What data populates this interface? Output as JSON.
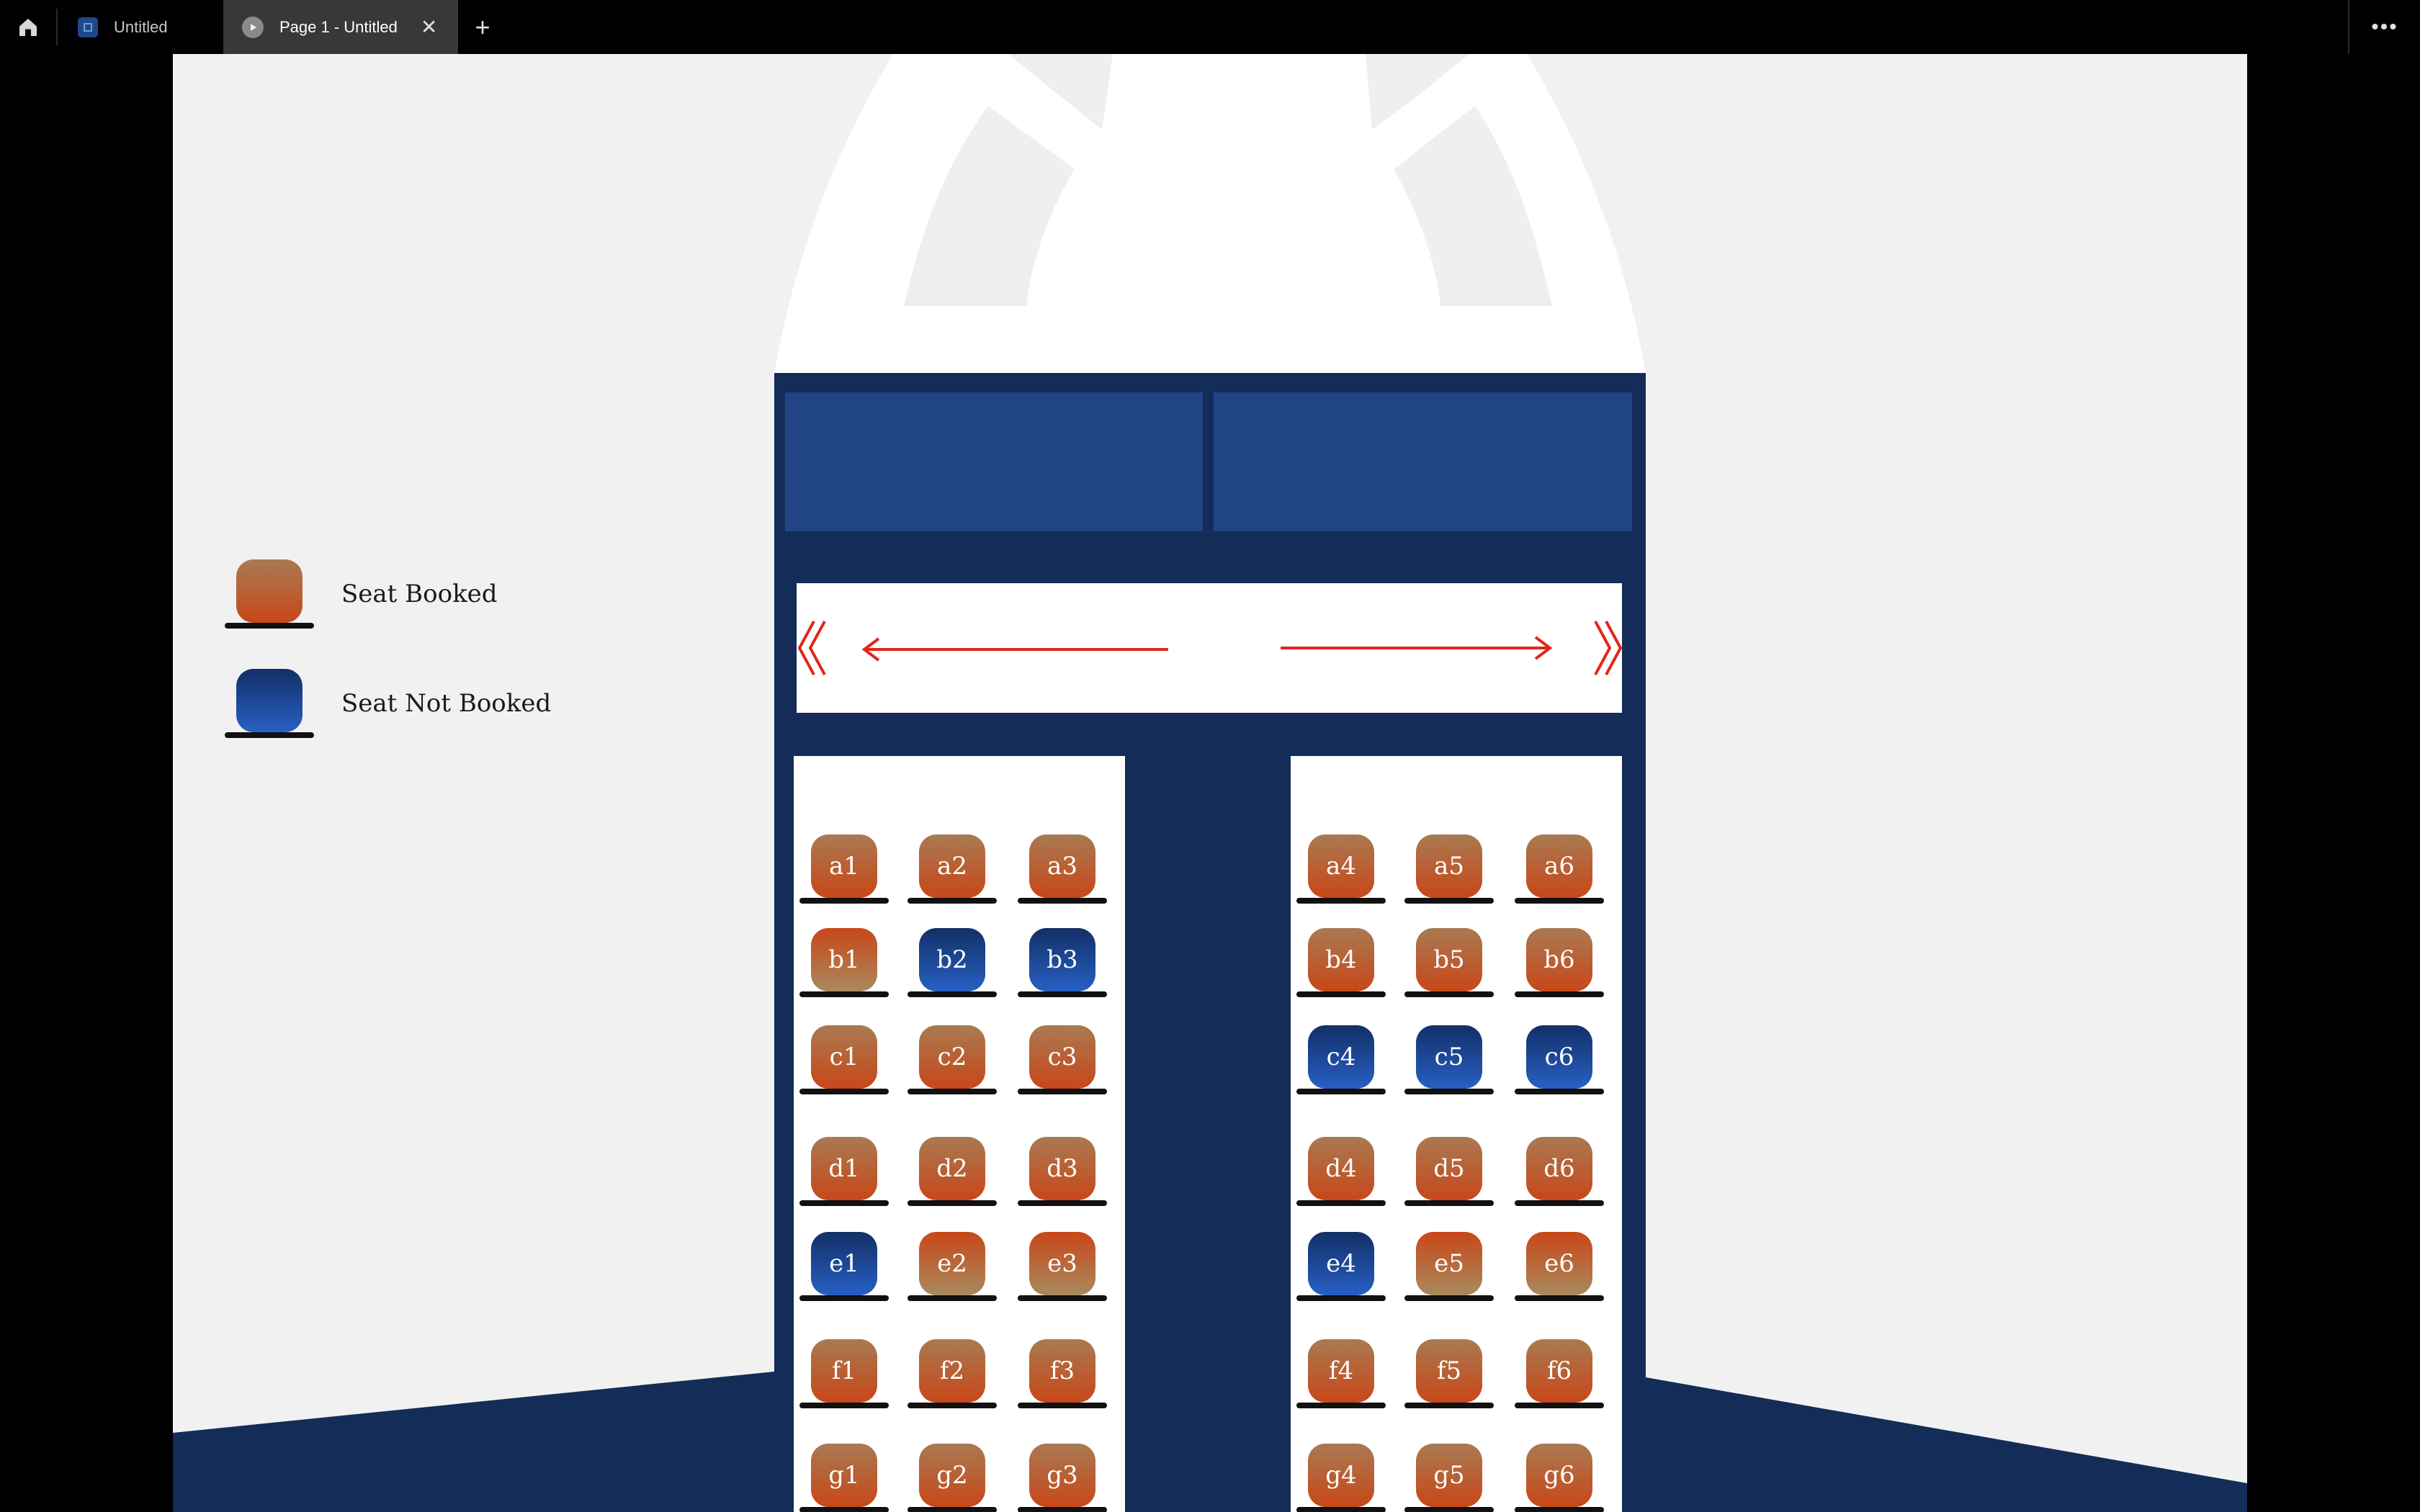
{
  "topbar": {
    "tabs": [
      {
        "label": "Untitled",
        "active": false,
        "icon": "file-icon"
      },
      {
        "label": "Page 1 - Untitled",
        "active": true,
        "icon": "play-icon"
      }
    ],
    "home_icon": "home-icon",
    "add_icon": "plus-icon",
    "more_icon": "more-icon"
  },
  "colors": {
    "booked": "#c84718",
    "not_booked": "#2760c4",
    "navy": "#132c58",
    "screen": "#214485",
    "arrow": "#e0271b"
  },
  "legend": {
    "booked_label": "Seat Booked",
    "not_booked_label": "Seat Not Booked"
  },
  "seats": {
    "left": [
      [
        {
          "id": "a1",
          "booked": true
        },
        {
          "id": "a2",
          "booked": true
        },
        {
          "id": "a3",
          "booked": true
        }
      ],
      [
        {
          "id": "b1",
          "booked": true,
          "rev": true
        },
        {
          "id": "b2",
          "booked": false
        },
        {
          "id": "b3",
          "booked": false
        }
      ],
      [
        {
          "id": "c1",
          "booked": true
        },
        {
          "id": "c2",
          "booked": true
        },
        {
          "id": "c3",
          "booked": true
        }
      ],
      [
        {
          "id": "d1",
          "booked": true
        },
        {
          "id": "d2",
          "booked": true
        },
        {
          "id": "d3",
          "booked": true
        }
      ],
      [
        {
          "id": "e1",
          "booked": false
        },
        {
          "id": "e2",
          "booked": true,
          "rev": true
        },
        {
          "id": "e3",
          "booked": true,
          "rev": true
        }
      ],
      [
        {
          "id": "f1",
          "booked": true
        },
        {
          "id": "f2",
          "booked": true
        },
        {
          "id": "f3",
          "booked": true
        }
      ],
      [
        {
          "id": "g1",
          "booked": true
        },
        {
          "id": "g2",
          "booked": true
        },
        {
          "id": "g3",
          "booked": true
        }
      ]
    ],
    "right": [
      [
        {
          "id": "a4",
          "booked": true
        },
        {
          "id": "a5",
          "booked": true
        },
        {
          "id": "a6",
          "booked": true
        }
      ],
      [
        {
          "id": "b4",
          "booked": true
        },
        {
          "id": "b5",
          "booked": true
        },
        {
          "id": "b6",
          "booked": true
        }
      ],
      [
        {
          "id": "c4",
          "booked": false
        },
        {
          "id": "c5",
          "booked": false
        },
        {
          "id": "c6",
          "booked": false
        }
      ],
      [
        {
          "id": "d4",
          "booked": true
        },
        {
          "id": "d5",
          "booked": true
        },
        {
          "id": "d6",
          "booked": true
        }
      ],
      [
        {
          "id": "e4",
          "booked": false
        },
        {
          "id": "e5",
          "booked": true,
          "rev": true
        },
        {
          "id": "e6",
          "booked": true,
          "rev": true
        }
      ],
      [
        {
          "id": "f4",
          "booked": true
        },
        {
          "id": "f5",
          "booked": true
        },
        {
          "id": "f6",
          "booked": true
        }
      ],
      [
        {
          "id": "g4",
          "booked": true
        },
        {
          "id": "g5",
          "booked": true
        },
        {
          "id": "g6",
          "booked": true
        }
      ]
    ]
  }
}
